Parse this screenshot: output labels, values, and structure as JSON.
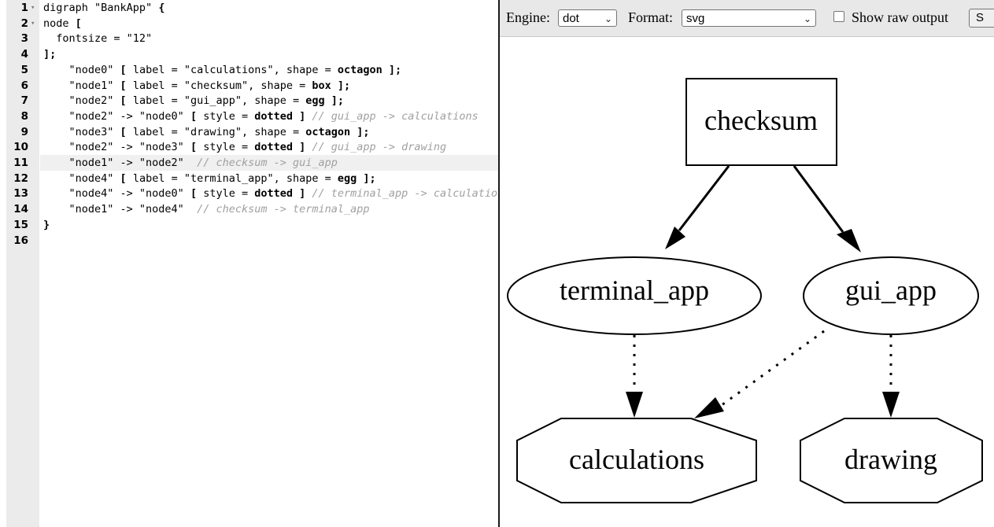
{
  "editor": {
    "lines": [
      {
        "n": "1",
        "fold": true,
        "parts": [
          [
            "t",
            "digraph \"BankApp\" "
          ],
          [
            "k",
            "{"
          ]
        ]
      },
      {
        "n": "2",
        "fold": true,
        "parts": [
          [
            "t",
            "node "
          ],
          [
            "k",
            "["
          ]
        ]
      },
      {
        "n": "3",
        "fold": false,
        "parts": [
          [
            "t",
            "  fontsize = \"12\""
          ]
        ]
      },
      {
        "n": "4",
        "fold": false,
        "parts": [
          [
            "k",
            "];"
          ]
        ]
      },
      {
        "n": "5",
        "fold": false,
        "parts": [
          [
            "t",
            "    \"node0\" "
          ],
          [
            "k",
            "["
          ],
          [
            "t",
            " label = \"calculations\", shape = "
          ],
          [
            "k",
            "octagon ];"
          ]
        ]
      },
      {
        "n": "6",
        "fold": false,
        "parts": [
          [
            "t",
            "    \"node1\" "
          ],
          [
            "k",
            "["
          ],
          [
            "t",
            " label = \"checksum\", shape = "
          ],
          [
            "k",
            "box ];"
          ]
        ]
      },
      {
        "n": "7",
        "fold": false,
        "parts": [
          [
            "t",
            "    \"node2\" "
          ],
          [
            "k",
            "["
          ],
          [
            "t",
            " label = \"gui_app\", shape = "
          ],
          [
            "k",
            "egg ];"
          ]
        ]
      },
      {
        "n": "8",
        "fold": false,
        "parts": [
          [
            "t",
            "    \"node2\" -> \"node0\" "
          ],
          [
            "k",
            "["
          ],
          [
            "t",
            " style = "
          ],
          [
            "k",
            "dotted ]"
          ],
          [
            "c",
            " // gui_app -> calculations"
          ]
        ]
      },
      {
        "n": "9",
        "fold": false,
        "parts": [
          [
            "t",
            "    \"node3\" "
          ],
          [
            "k",
            "["
          ],
          [
            "t",
            " label = \"drawing\", shape = "
          ],
          [
            "k",
            "octagon ];"
          ]
        ]
      },
      {
        "n": "10",
        "fold": false,
        "parts": [
          [
            "t",
            "    \"node2\" -> \"node3\" "
          ],
          [
            "k",
            "["
          ],
          [
            "t",
            " style = "
          ],
          [
            "k",
            "dotted ]"
          ],
          [
            "c",
            " // gui_app -> drawing"
          ]
        ]
      },
      {
        "n": "11",
        "fold": false,
        "active": true,
        "parts": [
          [
            "t",
            "    \"node1\" -> \"node2\"  "
          ],
          [
            "c",
            "// checksum -> gui_app"
          ]
        ]
      },
      {
        "n": "12",
        "fold": false,
        "parts": [
          [
            "t",
            "    \"node4\" "
          ],
          [
            "k",
            "["
          ],
          [
            "t",
            " label = \"terminal_app\", shape = "
          ],
          [
            "k",
            "egg ];"
          ]
        ]
      },
      {
        "n": "13",
        "fold": false,
        "parts": [
          [
            "t",
            "    \"node4\" -> \"node0\" "
          ],
          [
            "k",
            "["
          ],
          [
            "t",
            " style = "
          ],
          [
            "k",
            "dotted ]"
          ],
          [
            "c",
            " // terminal_app -> calculations"
          ]
        ]
      },
      {
        "n": "14",
        "fold": false,
        "parts": [
          [
            "t",
            "    \"node1\" -> \"node4\"  "
          ],
          [
            "c",
            "// checksum -> terminal_app"
          ]
        ]
      },
      {
        "n": "15",
        "fold": false,
        "parts": [
          [
            "k",
            "}"
          ]
        ]
      },
      {
        "n": "16",
        "fold": false,
        "parts": []
      }
    ]
  },
  "toolbar": {
    "engine_label": "Engine:",
    "engine_value": "dot",
    "format_label": "Format:",
    "format_value": "svg",
    "raw_label": "Show raw output",
    "raw_checked": false,
    "button_stub": "S"
  },
  "graph": {
    "nodes": {
      "checksum": "checksum",
      "terminal_app": "terminal_app",
      "gui_app": "gui_app",
      "calculations": "calculations",
      "drawing": "drawing"
    }
  }
}
